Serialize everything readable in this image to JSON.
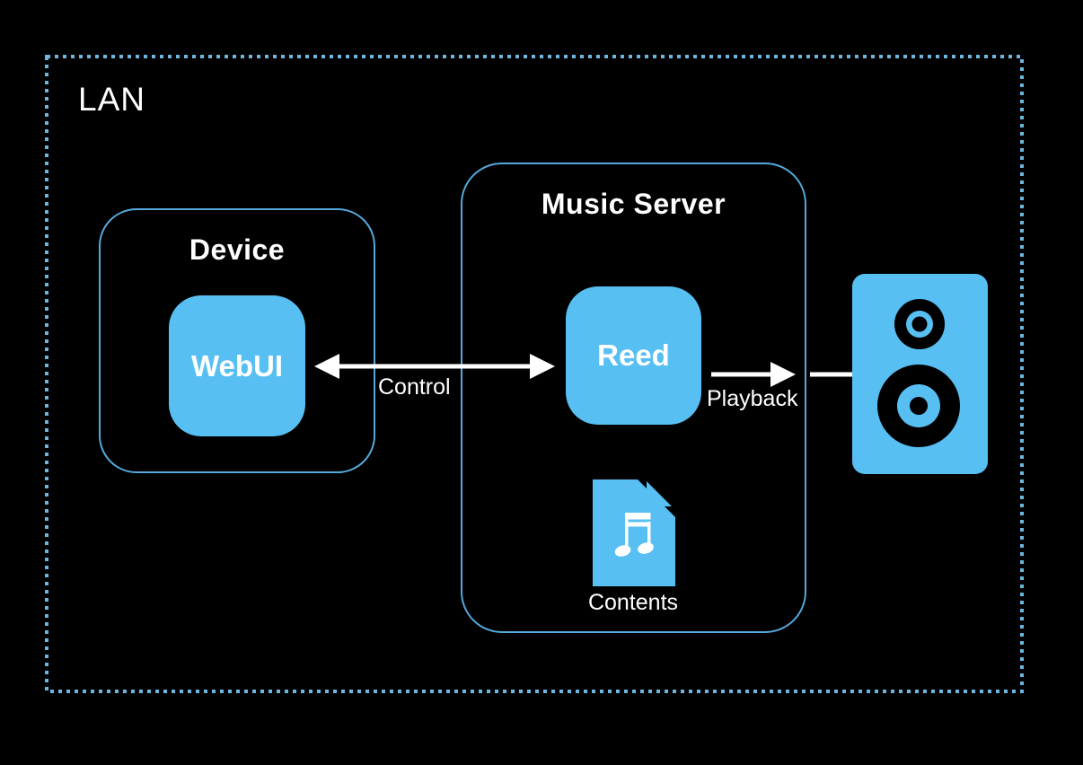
{
  "lan": {
    "label": "LAN"
  },
  "device": {
    "title": "Device",
    "node_label": "WebUI"
  },
  "music_server": {
    "title": "Music Server",
    "node_label": "Reed",
    "contents_label": "Contents"
  },
  "edges": {
    "control_label": "Control",
    "playback_label": "Playback"
  },
  "icons": {
    "output": "speaker-icon",
    "contents_file": "music-file-icon",
    "note": "music-note-glyph"
  },
  "colors": {
    "background": "#000000",
    "node_fill": "#58bff2",
    "box_border": "#55a9dc",
    "lan_dotted_border": "#6eb6df",
    "arrow": "#ffffff",
    "text": "#ffffff"
  }
}
